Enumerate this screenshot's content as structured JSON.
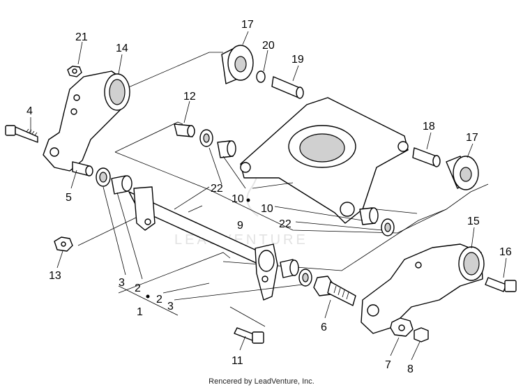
{
  "diagram": {
    "watermark": "LEADVENTURE",
    "callouts": {
      "c1": "1",
      "c2a": "2",
      "c2b": "2",
      "c3a": "3",
      "c3b": "3",
      "c4": "4",
      "c5": "5",
      "c6": "6",
      "c7": "7",
      "c8": "8",
      "c9": "9",
      "c10a": "10",
      "c10b": "10",
      "c11": "11",
      "c12": "12",
      "c13": "13",
      "c14": "14",
      "c15": "15",
      "c16": "16",
      "c17a": "17",
      "c17b": "17",
      "c18": "18",
      "c19": "19",
      "c20": "20",
      "c21": "21",
      "c22a": "22",
      "c22b": "22"
    }
  },
  "footer": {
    "credit": "Rencered by LeadVenture, Inc."
  }
}
